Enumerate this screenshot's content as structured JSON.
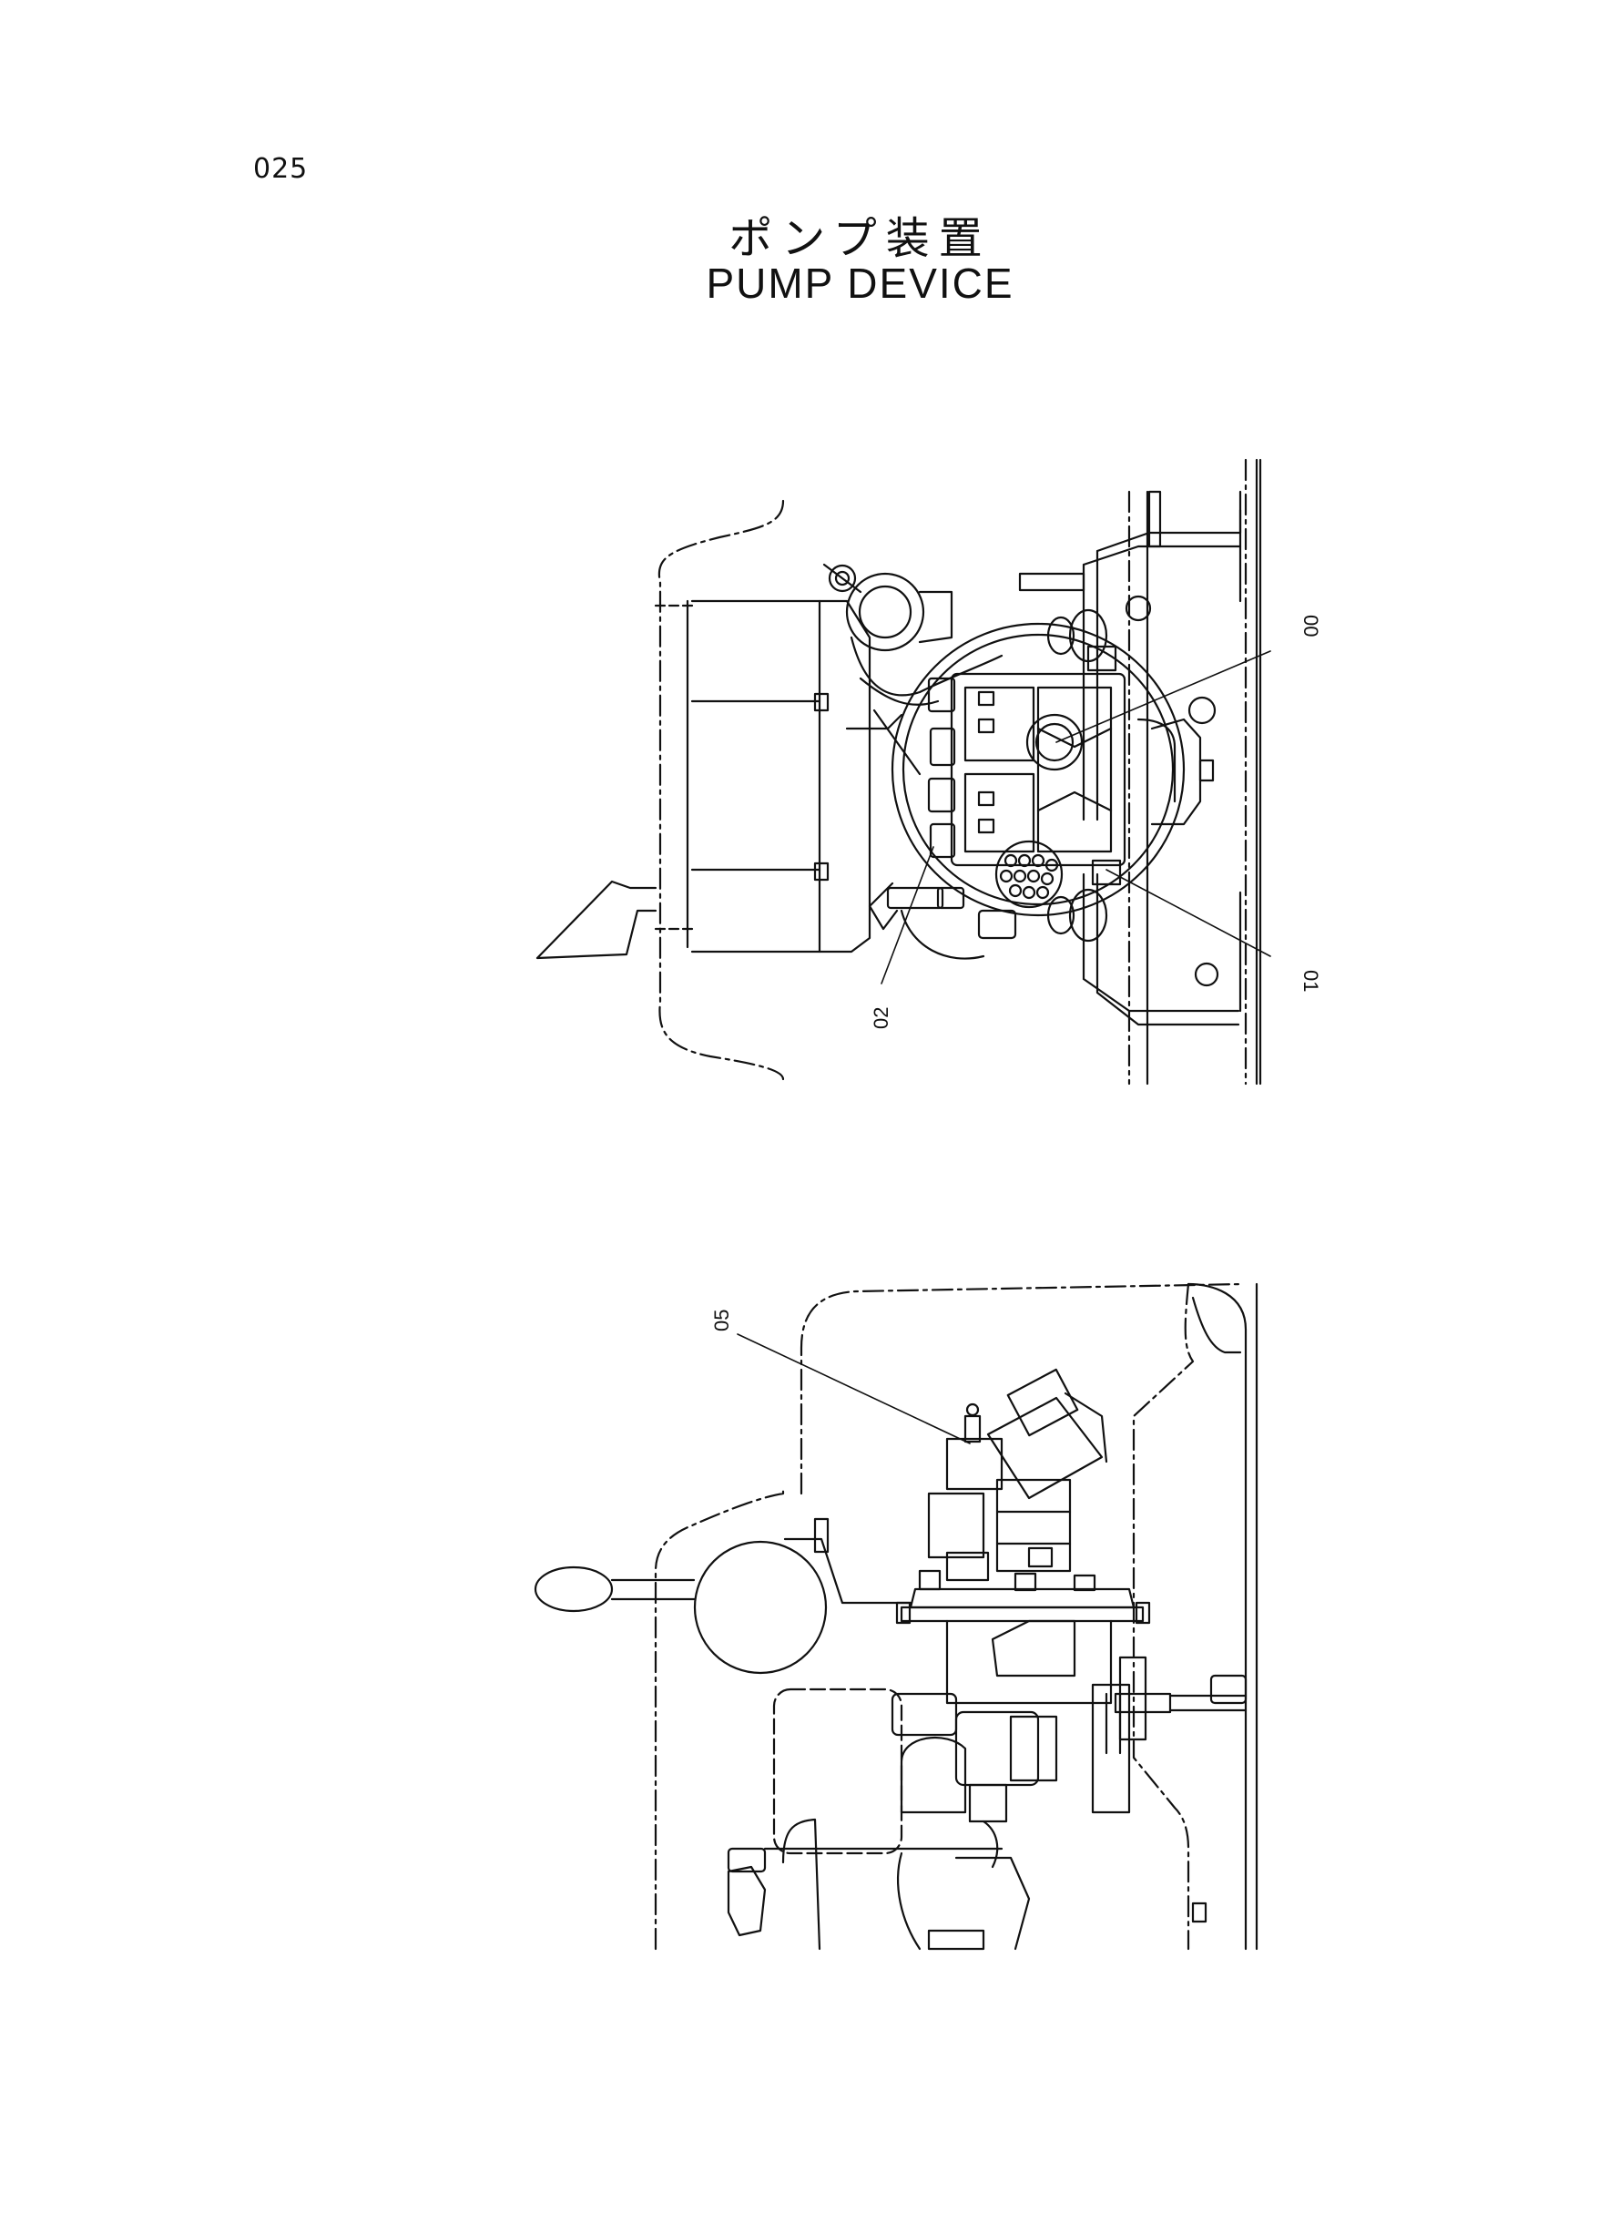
{
  "page": {
    "number": "025"
  },
  "title": {
    "japanese": "ポンプ装置",
    "english": "PUMP  DEVICE"
  },
  "top_view": {
    "callouts": [
      {
        "id": "c00",
        "label": "00"
      },
      {
        "id": "c01",
        "label": "01"
      },
      {
        "id": "c02",
        "label": "02"
      }
    ]
  },
  "side_view": {
    "callouts": [
      {
        "id": "c05",
        "label": "05"
      }
    ]
  }
}
